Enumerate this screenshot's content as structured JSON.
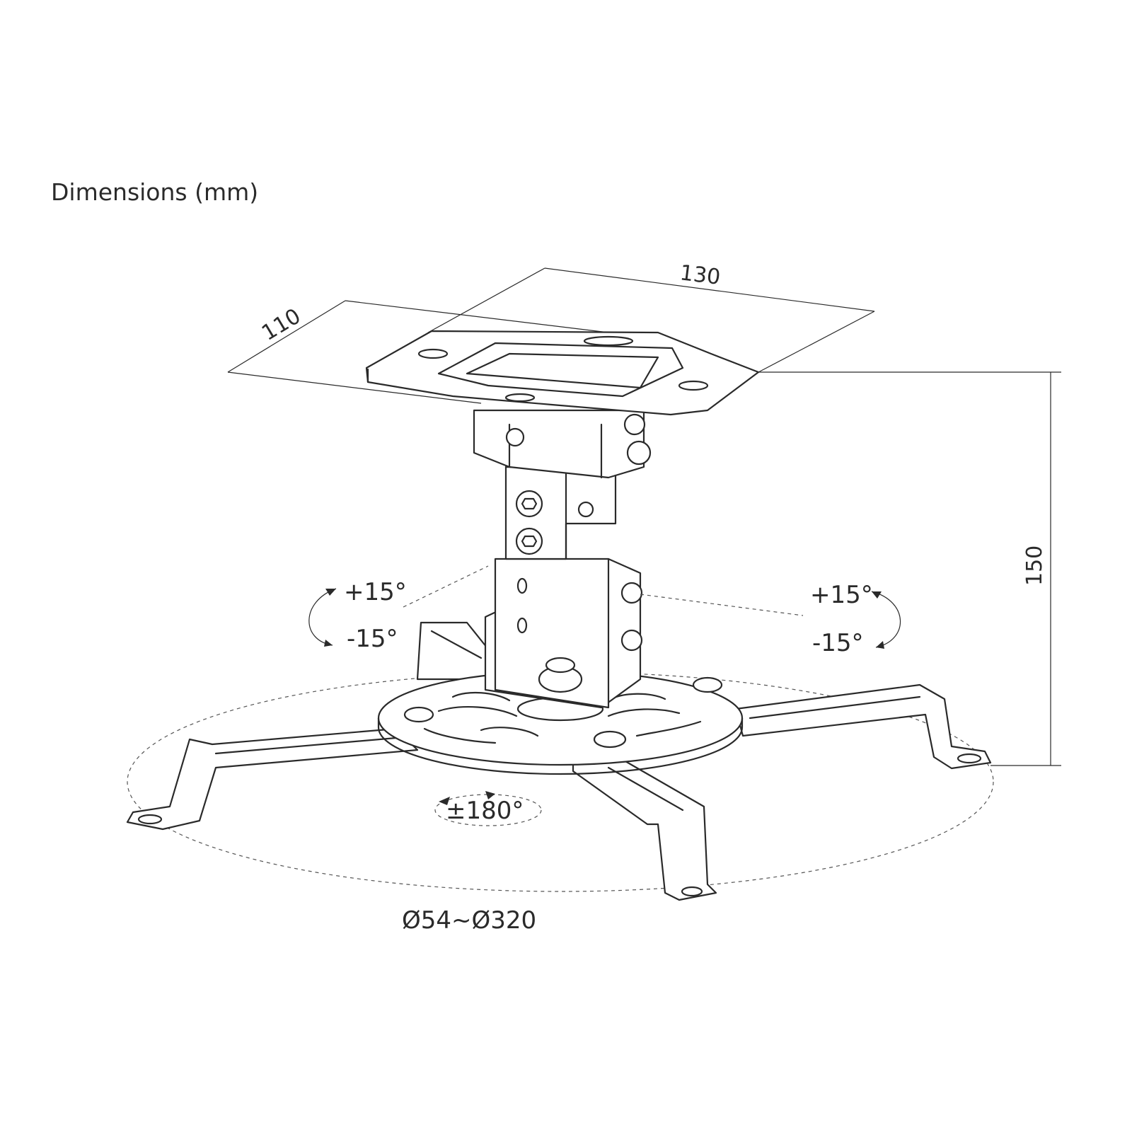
{
  "title": "Dimensions (mm)",
  "dimensions": {
    "depth": "110",
    "width": "130",
    "height": "150",
    "projector_mount_range": "Ø54~Ø320"
  },
  "tilt": {
    "left_up": "+15°",
    "left_down": "-15°",
    "right_up": "+15°",
    "right_down": "-15°"
  },
  "rotation": "±180°"
}
